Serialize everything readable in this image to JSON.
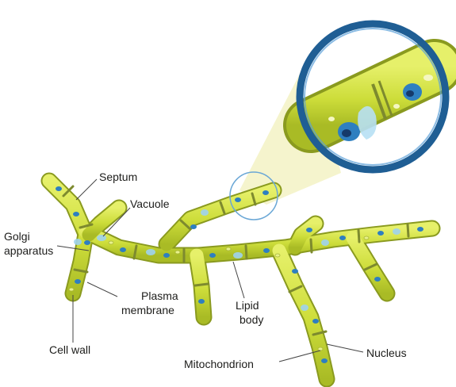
{
  "labels": {
    "septum": "Septum",
    "vacuole": "Vacuole",
    "golgi_line1": "Golgi",
    "golgi_line2": "apparatus",
    "plasma_line1": "Plasma",
    "plasma_line2": "membrane",
    "lipid_line1": "Lipid",
    "lipid_line2": "body",
    "cell_wall": "Cell wall",
    "mitochondrion": "Mitochondrion",
    "nucleus": "Nucleus"
  },
  "colors": {
    "hypha_fill": "#cfe040",
    "hypha_outline": "#8a9a1f",
    "septum": "#8d9a35",
    "nucleus_outer": "#2e7fc0",
    "nucleus_inner": "#153a6a",
    "vacuole": "#9fd3ee",
    "magnifier_ring": "#1f5e94",
    "magnifier_beam": "#f3f2bf",
    "leader_line": "#444444"
  }
}
